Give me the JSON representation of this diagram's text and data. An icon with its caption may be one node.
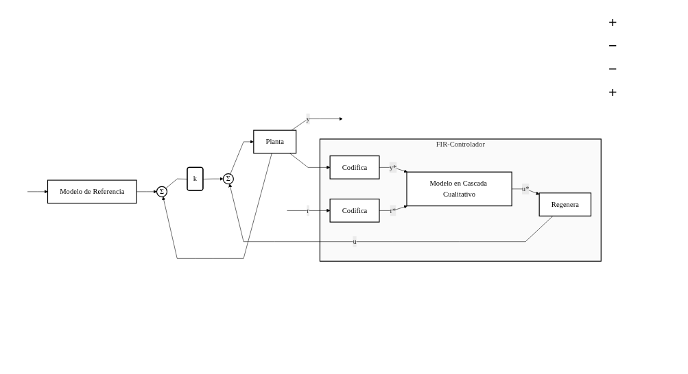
{
  "diagram": {
    "nodes": [
      {
        "text": [
          "Modelo de Referencia"
        ]
      },
      {
        "text": [
          "Σ"
        ]
      },
      {
        "text": [
          "k"
        ]
      },
      {
        "text": [
          "FIR-Controlador"
        ]
      },
      {
        "text": [
          "Codifica"
        ],
        "in": 3
      },
      {
        "text": [
          "Modelo en Cascada Cualitativo"
        ],
        "in": 3
      },
      {
        "text": [
          "Regenera"
        ],
        "in": 3
      },
      {
        "text": [
          "Codifica"
        ],
        "in": 3
      },
      {
        "text": [
          "Σ"
        ]
      },
      {
        "text": [
          "Planta"
        ]
      }
    ],
    "edges": [
      {
        "from": null,
        "to": 0,
        "arrow": "to"
      },
      {
        "from": null,
        "to": 4,
        "arrow": "to",
        "label": "r"
      },
      {
        "from": 0,
        "to": 1,
        "arrow": "to"
      },
      {
        "from": 4,
        "to": 5,
        "arrow": "to",
        "label": "r*"
      },
      {
        "from": 7,
        "to": 5,
        "arrow": "to",
        "label": "y*"
      },
      {
        "from": 5,
        "to": 6,
        "arrow": "to",
        "label": "u*"
      },
      {
        "from": 6,
        "to": 8,
        "arrow": "to",
        "label": "u"
      },
      {
        "from": 1,
        "to": 2,
        "arrow": "none"
      },
      {
        "from": 2,
        "to": 8,
        "arrow": "to"
      },
      {
        "from": 8,
        "to": 9,
        "arrow": "to"
      },
      {
        "from": 9,
        "to": null,
        "arrow": "to",
        "label": "y"
      },
      {
        "from": 9,
        "to": 1,
        "arrow": "to"
      },
      {
        "from": 9,
        "to": 7,
        "arrow": "to"
      }
    ],
    "labels": [
      "+",
      "−",
      "−",
      "+"
    ]
  }
}
